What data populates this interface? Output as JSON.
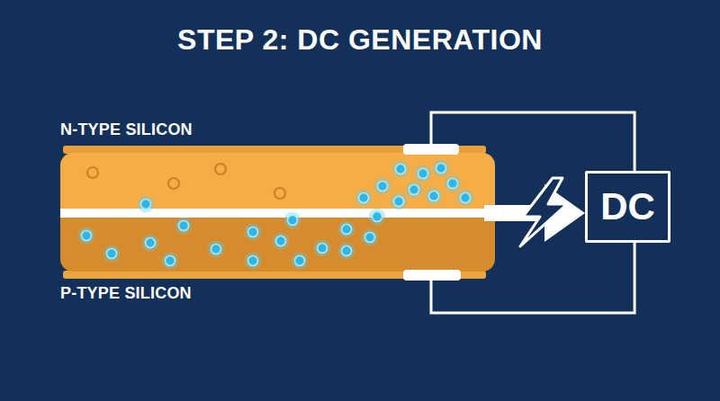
{
  "diagram": {
    "title": "STEP 2: DC GENERATION",
    "nodes": [
      {
        "text": [
          "N-TYPE SILICON"
        ]
      },
      {
        "text": [
          "P-TYPE SILICON"
        ]
      },
      {
        "text": [
          "DC"
        ]
      }
    ],
    "edges": [
      {
        "from": 0,
        "to": 2,
        "arrow": "none"
      },
      {
        "from": 1,
        "to": 2,
        "arrow": "none"
      },
      {
        "from": 0,
        "to": 2,
        "arrow": "to"
      }
    ]
  }
}
